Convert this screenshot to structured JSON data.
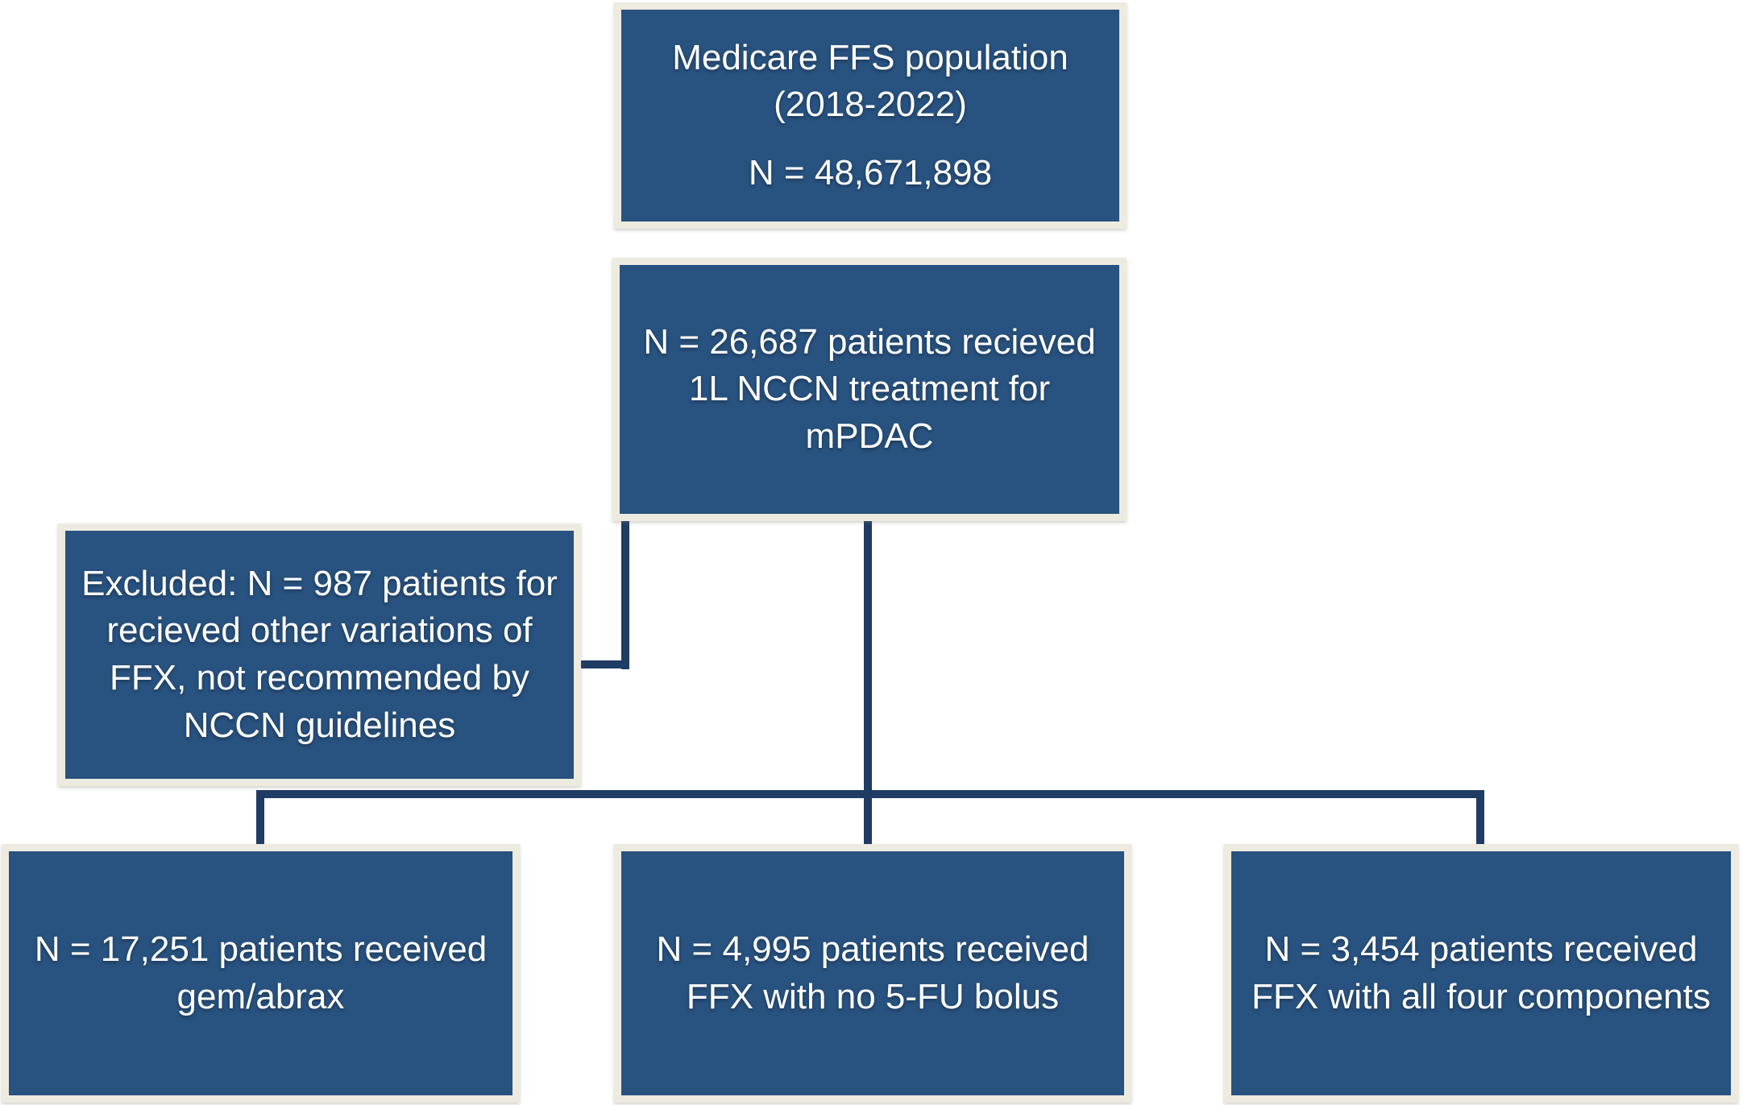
{
  "colors": {
    "box_fill": "#28527F",
    "box_border": "#EDEBE0",
    "connector": "#1E3C64",
    "text": "#FFFFFF",
    "background": "#FFFFFF"
  },
  "flowchart": {
    "top_box": {
      "line1": "Medicare FFS population",
      "line2": "(2018-2022)",
      "line3": "N = 48,671,898"
    },
    "cohort_box": {
      "line1": "N = 26,687 patients recieved",
      "line2": "1L NCCN treatment for",
      "line3": "mPDAC"
    },
    "excluded_box": {
      "line1": "Excluded: N = 987 patients for",
      "line2": "recieved other variations of",
      "line3": "FFX, not recommended by",
      "line4": "NCCN guidelines"
    },
    "gem_abrax_box": {
      "line1": "N = 17,251 patients received",
      "line2": "gem/abrax"
    },
    "ffx_no_bolus_box": {
      "line1": "N = 4,995 patients received",
      "line2": "FFX with no 5-FU bolus"
    },
    "ffx_all_components_box": {
      "line1": "N = 3,454 patients received",
      "line2": "FFX with all four components"
    }
  }
}
